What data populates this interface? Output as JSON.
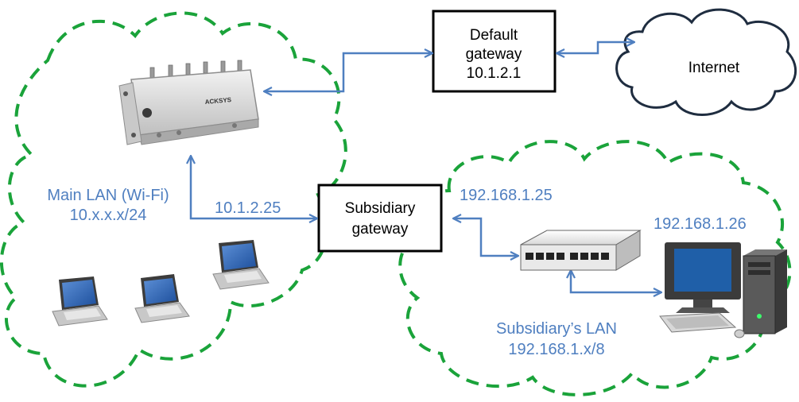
{
  "nodes": {
    "default_gateway": {
      "line1": "Default",
      "line2": "gateway",
      "line3": "10.1.2.1"
    },
    "internet": {
      "label": "Internet"
    },
    "subsidiary_gateway": {
      "line1": "Subsidiary",
      "line2": "gateway"
    },
    "access_point": {
      "brand": "ACKSYS"
    }
  },
  "labels": {
    "main_lan_line1": "Main LAN (Wi-Fi)",
    "main_lan_line2": "10.x.x.x/24",
    "ap_ip": "10.1.2.25",
    "sub_gw_ip": "192.168.1.25",
    "pc_ip": "192.168.1.26",
    "sub_lan_line1": "Subsidiary’s LAN",
    "sub_lan_line2": "192.168.1.x/8"
  },
  "colors": {
    "cloud_dash": "#1aa33a",
    "arrow": "#4f7fc0",
    "label_blue": "#4f7fc0",
    "box_border": "#000000"
  }
}
